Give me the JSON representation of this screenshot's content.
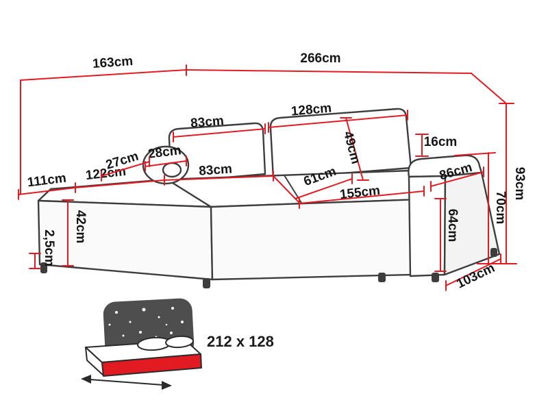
{
  "diagram": {
    "dimensions": {
      "d163": "163cm",
      "d266": "266cm",
      "d83_back": "83cm",
      "d128": "128cm",
      "d28": "28cm",
      "d27": "27cm",
      "d111": "111cm",
      "d122": "122cm",
      "d83_seat": "83cm",
      "d61": "61cm",
      "d49": "49cm",
      "d16": "16cm",
      "d86": "86cm",
      "d93": "93cm",
      "d70": "70cm",
      "d155": "155cm",
      "d64": "64cm",
      "d42": "42cm",
      "d2_5": "2,5cm",
      "d103": "103cm"
    },
    "sleeping_area": {
      "label": "212 x 128",
      "icon": "sofa-bed-night-sky-icon"
    }
  },
  "colors": {
    "dimension_line": "#e21b23",
    "outline": "#3d3d3d",
    "icon_dark": "#4e4e4e",
    "icon_red": "#e21b23"
  }
}
